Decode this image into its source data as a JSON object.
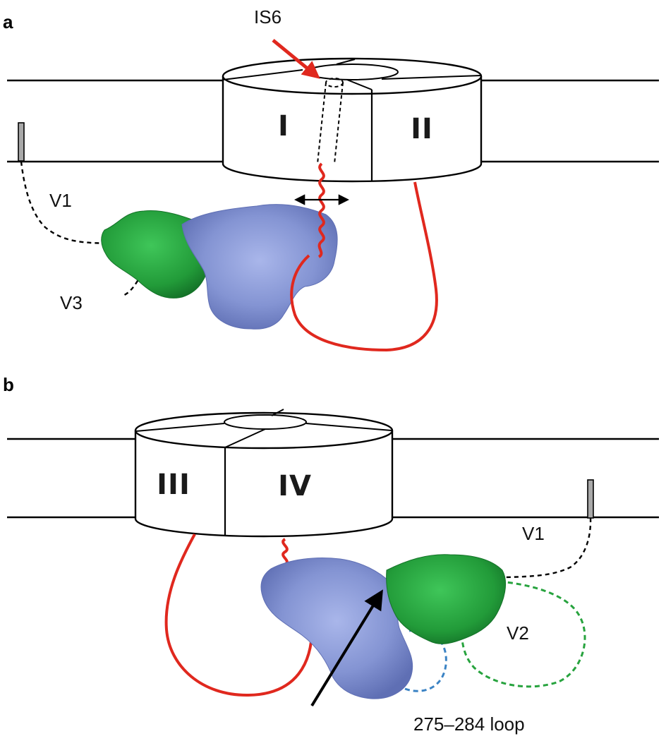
{
  "panels": [
    {
      "letter": "a",
      "labels": {
        "is6": "IS6",
        "domain_1": "I",
        "domain_2": "II",
        "v1": "V1",
        "v3": "V3"
      }
    },
    {
      "letter": "b",
      "labels": {
        "domain_3": "III",
        "domain_4": "IV",
        "v1": "V1",
        "v2": "V2",
        "loop": "275–284 loop"
      }
    }
  ],
  "colors": {
    "line": "#000000",
    "red": "#e0281e",
    "blue_surface": "#7f8fcc",
    "green_surface": "#27a33e",
    "green_dash": "#27a33e",
    "blue_dash": "#3b83c4",
    "marker_gray": "#a9a9a9"
  }
}
